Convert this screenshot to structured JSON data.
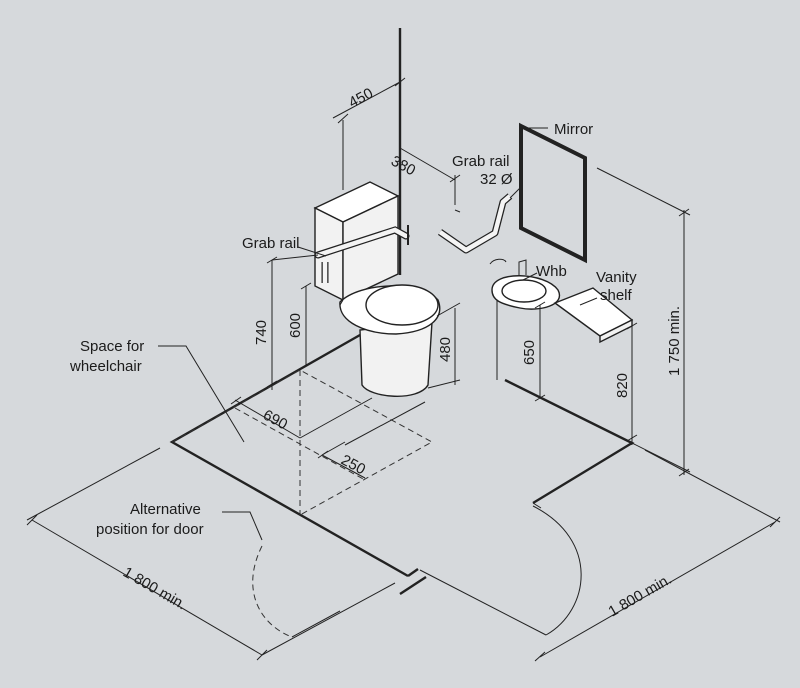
{
  "labels": {
    "mirror": "Mirror",
    "grab_rail_left": "Grab rail",
    "grab_rail_right": "Grab rail",
    "grab_rail_diameter": "32 Ø",
    "whb": "Whb",
    "vanity_line1": "Vanity",
    "vanity_line2": "shelf",
    "space_line1": "Space for",
    "space_line2": "wheelchair",
    "alt_line1": "Alternative",
    "alt_line2": "position for door"
  },
  "dimensions": {
    "d450": "450",
    "d380": "380",
    "d740": "740",
    "d600": "600",
    "d480": "480",
    "d650": "650",
    "d820": "820",
    "d1750": "1 750 min.",
    "d690": "690",
    "d250": "250",
    "d1800_left": "1 800 min.",
    "d1800_right": "1 800 min."
  },
  "colors": {
    "background": "#d6d9dc",
    "line": "#222222"
  }
}
